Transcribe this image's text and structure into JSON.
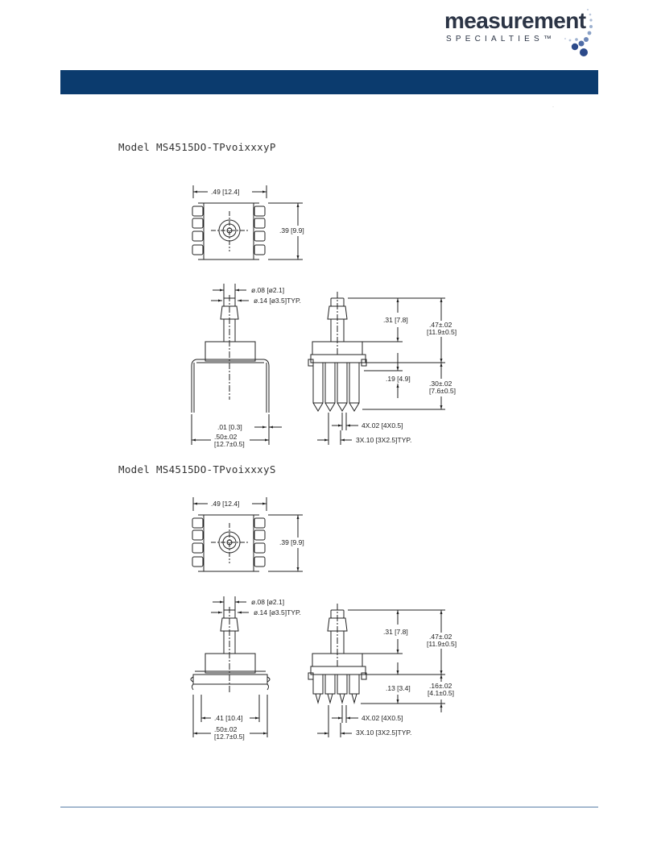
{
  "header": {
    "logo_word": "measurement",
    "logo_sub": "SPECIALTIES™",
    "small_mark": "·"
  },
  "colors": {
    "banner": "#0b3b6e",
    "logo_dark": "#2b3445",
    "logo_dot": "#2c4a8a",
    "rule": "#5b7fa8"
  },
  "models": [
    {
      "title": "Model MS4515DO-TPvoixxxyP",
      "top_width": ".49 [12.4]",
      "top_height": ".39 [9.9]",
      "port_inner": "ø.08 [ø2.1]",
      "port_outer": "ø.14 [ø3.5]TYP.",
      "left_bottom_a": ".01 [0.3]",
      "left_bottom_b1": ".50±.02",
      "left_bottom_b2": "[12.7±0.5]",
      "right_upper": ".31 [7.8]",
      "right_total1": ".47±.02",
      "right_total2": "[11.9±0.5]",
      "right_pin": ".19 [4.9]",
      "right_lower1": ".30±.02",
      "right_lower2": "[7.6±0.5]",
      "pin_width": "4X.02 [4X0.5]",
      "pin_pitch": "3X.10 [3X2.5]TYP."
    },
    {
      "title": "Model MS4515DO-TPvoixxxyS",
      "top_width": ".49 [12.4]",
      "top_height": ".39 [9.9]",
      "port_inner": "ø.08 [ø2.1]",
      "port_outer": "ø.14 [ø3.5]TYP.",
      "left_bottom_a": ".41 [10.4]",
      "left_bottom_b1": ".50±.02",
      "left_bottom_b2": "[12.7±0.5]",
      "right_upper": ".31 [7.8]",
      "right_total1": ".47±.02",
      "right_total2": "[11.9±0.5]",
      "right_pin": ".13 [3.4]",
      "right_lower1": ".16±.02",
      "right_lower2": "[4.1±0.5]",
      "pin_width": "4X.02 [4X0.5]",
      "pin_pitch": "3X.10 [3X2.5]TYP."
    }
  ]
}
